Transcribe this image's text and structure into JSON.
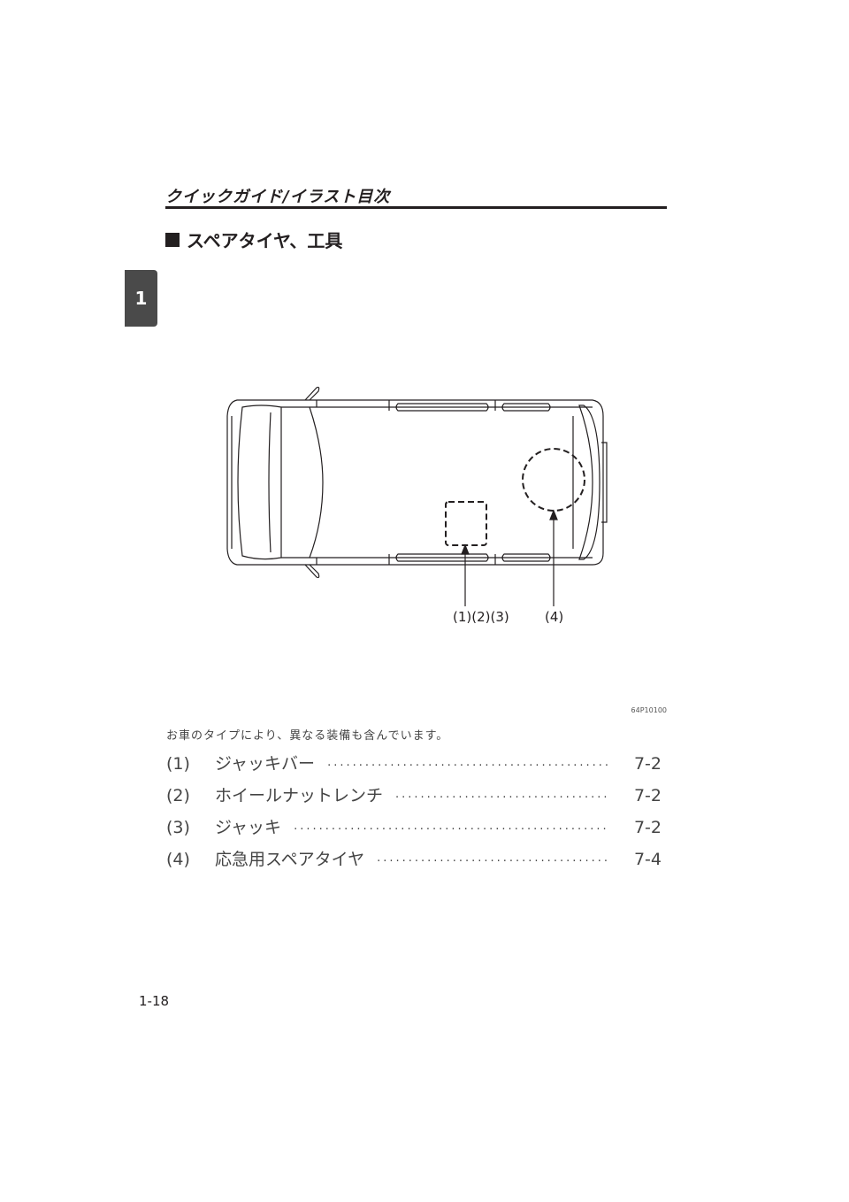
{
  "chapter_tab": "1",
  "header": {
    "title": "クイックガイド/イラスト目次"
  },
  "section": {
    "heading": "スペアタイヤ、工具"
  },
  "diagram": {
    "callout_a": "(1)(2)(3)",
    "callout_b": "(4)",
    "ref_code": "64P10100"
  },
  "note": "お車のタイプにより、異なる装備も含んでいます。",
  "items": [
    {
      "num": "(1)",
      "name": "ジャッキバー",
      "page": "7-2"
    },
    {
      "num": "(2)",
      "name": "ホイールナットレンチ",
      "page": "7-2"
    },
    {
      "num": "(3)",
      "name": "ジャッキ",
      "page": "7-2"
    },
    {
      "num": "(4)",
      "name": "応急用スペアタイヤ",
      "page": "7-4"
    }
  ],
  "page_number": "1-18"
}
